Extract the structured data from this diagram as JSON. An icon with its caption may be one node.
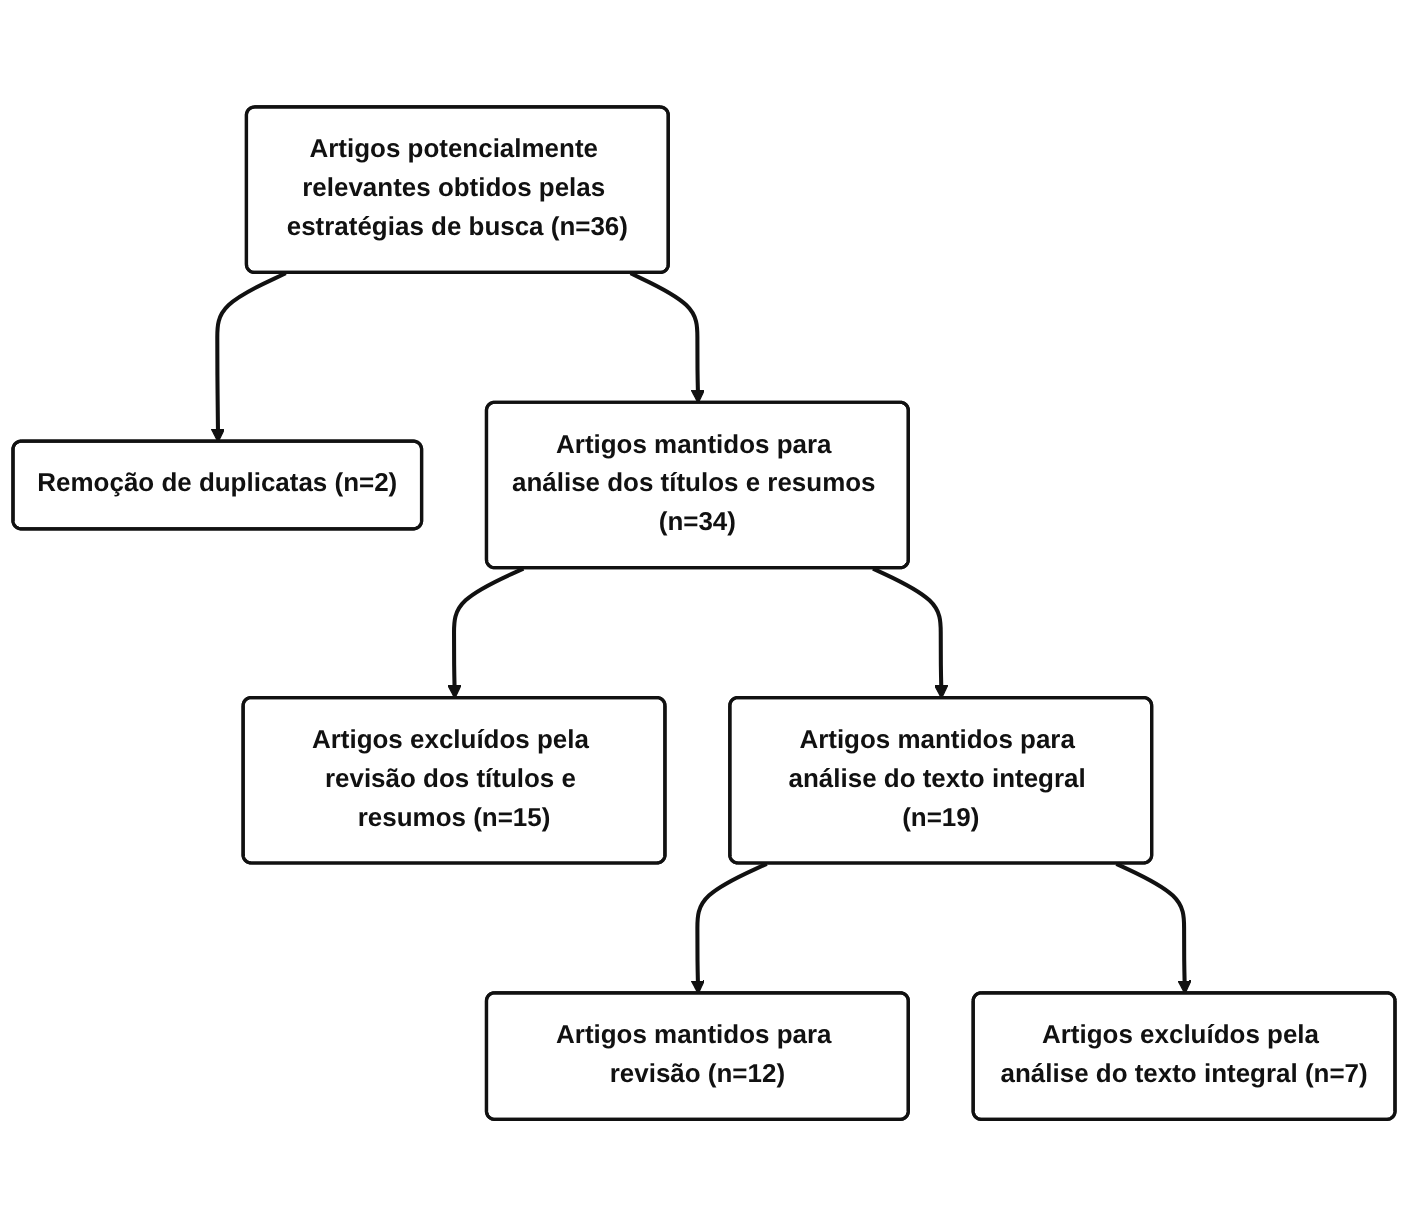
{
  "diagram": {
    "nodes": [
      {
        "text": [
          "Artigos potencialmente relevantes obtidos pelas estratégias de busca (n=36)"
        ]
      },
      {
        "text": [
          "Remoção de duplicatas (n=2)"
        ]
      },
      {
        "text": [
          "Artigos mantidos para análise dos títulos e resumos (n=34)"
        ]
      },
      {
        "text": [
          "Artigos excluídos pela revisão dos títulos e resumos (n=15)"
        ]
      },
      {
        "text": [
          "Artigos mantidos para análise do texto integral (n=19)"
        ]
      },
      {
        "text": [
          "Artigos excluídos pela análise do texto integral (n=7)"
        ]
      },
      {
        "text": [
          "Artigos mantidos para revisão (n=12)"
        ]
      }
    ],
    "edges": [
      {
        "from": 0,
        "to": 2,
        "arrow": "to"
      },
      {
        "from": 0,
        "to": 1,
        "arrow": "to"
      },
      {
        "from": 2,
        "to": 4,
        "arrow": "to"
      },
      {
        "from": 2,
        "to": 3,
        "arrow": "to"
      },
      {
        "from": 4,
        "to": 6,
        "arrow": "to"
      },
      {
        "from": 4,
        "to": 5,
        "arrow": "to"
      }
    ]
  }
}
